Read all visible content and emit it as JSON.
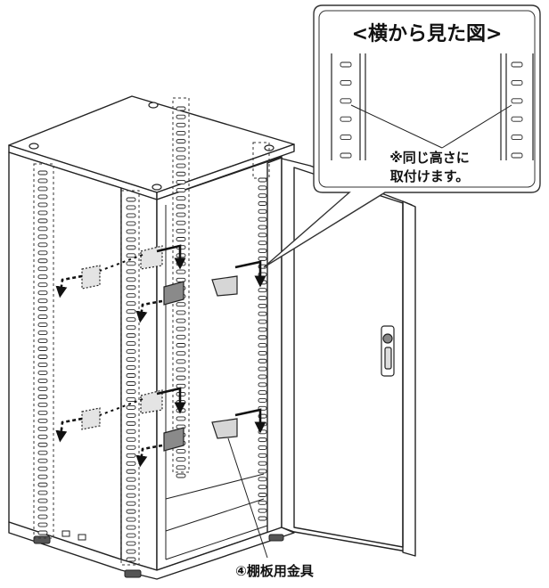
{
  "callout": {
    "title": "<横から見た図>",
    "note_line1": "※同じ高さに",
    "note_line2": "取付けます。"
  },
  "part_label": "④棚板用金具",
  "colors": {
    "line": "#222222",
    "panel_fill": "#ffffff",
    "callout_stroke": "#333333",
    "bracket_fill": "#d6d6d6",
    "bracket_dark": "#8a8a8a",
    "arrow": "#111111"
  }
}
